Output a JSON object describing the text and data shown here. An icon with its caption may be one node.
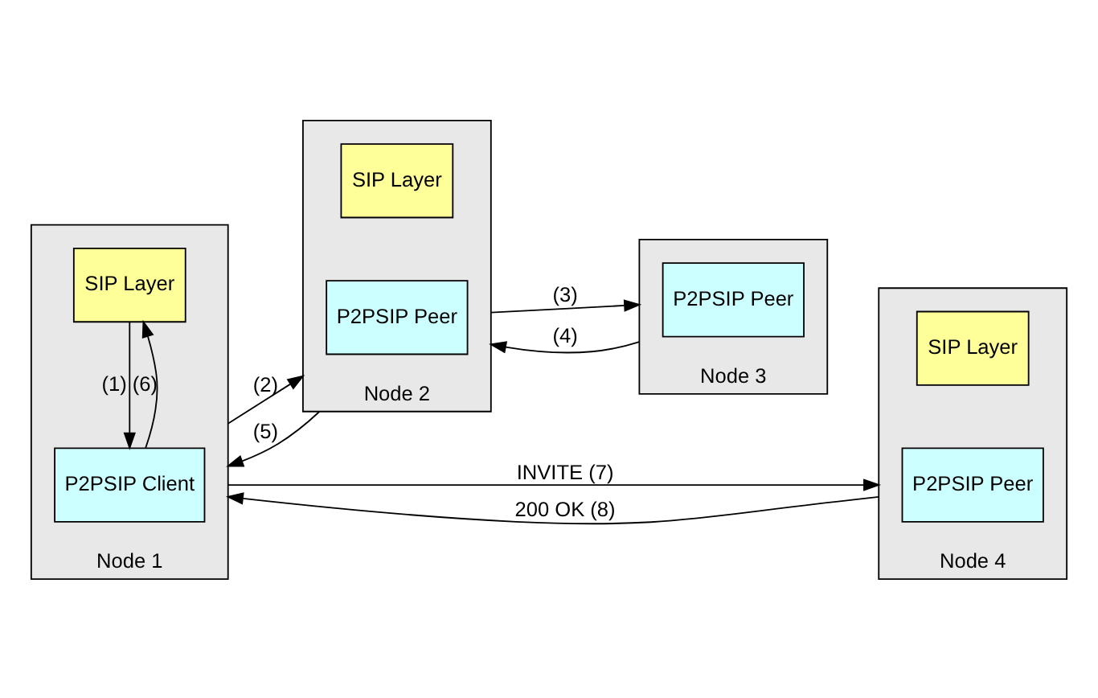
{
  "diagram": {
    "nodes": [
      {
        "text": [
          "Node 1"
        ]
      },
      {
        "text": [
          "SIP Layer"
        ],
        "in": 0
      },
      {
        "text": [
          "P2PSIP Client"
        ],
        "in": 0
      },
      {
        "text": [
          "Node 2"
        ]
      },
      {
        "text": [
          "SIP Layer"
        ],
        "in": 3
      },
      {
        "text": [
          "P2PSIP Peer"
        ],
        "in": 3
      },
      {
        "text": [
          "Node 3"
        ]
      },
      {
        "text": [
          "P2PSIP Peer"
        ],
        "in": 6
      },
      {
        "text": [
          "Node 4"
        ]
      },
      {
        "text": [
          "SIP Layer"
        ],
        "in": 8
      },
      {
        "text": [
          "P2PSIP Peer"
        ],
        "in": 8
      }
    ],
    "edges": [
      {
        "from": 1,
        "to": 2,
        "arrow": "to",
        "label": "(1)"
      },
      {
        "from": 2,
        "to": 1,
        "arrow": "to",
        "label": "(6)"
      },
      {
        "from": 0,
        "to": 3,
        "arrow": "to",
        "label": "(2)"
      },
      {
        "from": 3,
        "to": 6,
        "arrow": "to",
        "label": "(3)"
      },
      {
        "from": 6,
        "to": 3,
        "arrow": "to",
        "label": "(4)"
      },
      {
        "from": 3,
        "to": 0,
        "arrow": "to",
        "label": "(5)"
      },
      {
        "from": 0,
        "to": 8,
        "arrow": "to",
        "label": "INVITE (7)"
      },
      {
        "from": 8,
        "to": 0,
        "arrow": "to",
        "label": "200 OK (8)"
      }
    ]
  }
}
